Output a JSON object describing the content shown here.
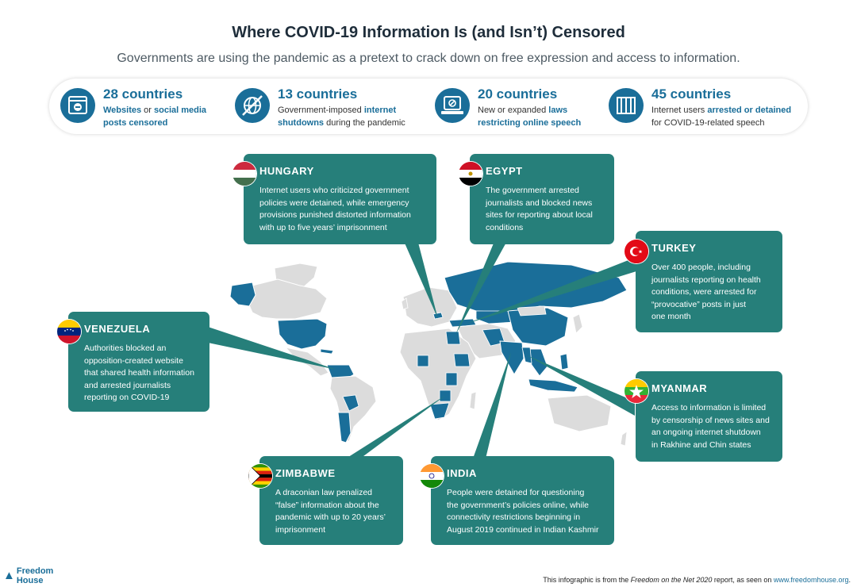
{
  "title": "Where COVID-19 Information Is (and Isn’t) Censored",
  "subtitle": "Governments are using the pandemic as a pretext to crack down on free expression and access to information.",
  "stats": [
    {
      "icon": "censored-website-icon",
      "count": "28 countries",
      "line1_bold": "Websites",
      "line1_mid": " or ",
      "line1_bold2": "social media",
      "line2_bold": "posts censored",
      "line2_rest": ""
    },
    {
      "icon": "internet-shutdown-globe-icon",
      "count": "13 countries",
      "line1_plain": "Government-imposed ",
      "line1_bold": "internet",
      "line2_bold": "shutdowns",
      "line2_rest": " during the pandemic"
    },
    {
      "icon": "law-restriction-icon",
      "count": "20 countries",
      "line1_plain": "New or expanded ",
      "line1_bold": "laws",
      "line2_bold": "restricting online speech",
      "line2_rest": ""
    },
    {
      "icon": "jail-bars-icon",
      "count": "45 countries",
      "line1_plain": "Internet users ",
      "line1_bold": "arrested or detained",
      "line2_plain": "for COVID-19-related speech"
    }
  ],
  "callouts": [
    {
      "country": "HUNGARY",
      "lines": [
        "Internet users who criticized government",
        "policies were detained, while emergency",
        "provisions punished distorted information",
        "with up to five years’ imprisonment"
      ]
    },
    {
      "country": "EGYPT",
      "lines": [
        "The government arrested",
        "journalists and blocked news",
        "sites for reporting about local",
        "conditions"
      ]
    },
    {
      "country": "TURKEY",
      "lines": [
        "Over 400 people, including",
        "journalists reporting on health",
        "conditions, were arrested for",
        "“provocative” posts in just",
        "one month"
      ]
    },
    {
      "country": "VENEZUELA",
      "lines": [
        "Authorities blocked an",
        "opposition-created website",
        "that shared health information",
        "and arrested journalists",
        "reporting on COVID-19"
      ]
    },
    {
      "country": "MYANMAR",
      "lines": [
        "Access to information is limited",
        "by censorship of news sites and",
        "an ongoing internet shutdown",
        "in Rakhine and Chin states"
      ]
    },
    {
      "country": "ZIMBABWE",
      "lines": [
        "A draconian law penalized",
        "“false” information about the",
        "pandemic with up to 20 years’",
        "imprisonment"
      ]
    },
    {
      "country": "INDIA",
      "lines": [
        "People were detained for questioning",
        "the government’s policies online, while",
        "connectivity restrictions beginning in",
        "August 2019 continued in Indian Kashmir"
      ]
    }
  ],
  "footer": {
    "logo_line1": "Freedom",
    "logo_line2": "House",
    "credit_pre": "This infographic is from the ",
    "credit_report": "Freedom on the Net 2020",
    "credit_mid": " report, as seen on ",
    "credit_url": "www.freedomhouse.org",
    "credit_end": "."
  },
  "colors": {
    "map_highlight": "#1a6e99",
    "map_other": "#dcdcdc",
    "callout": "#267f7a",
    "accent_text": "#1a6e99"
  }
}
